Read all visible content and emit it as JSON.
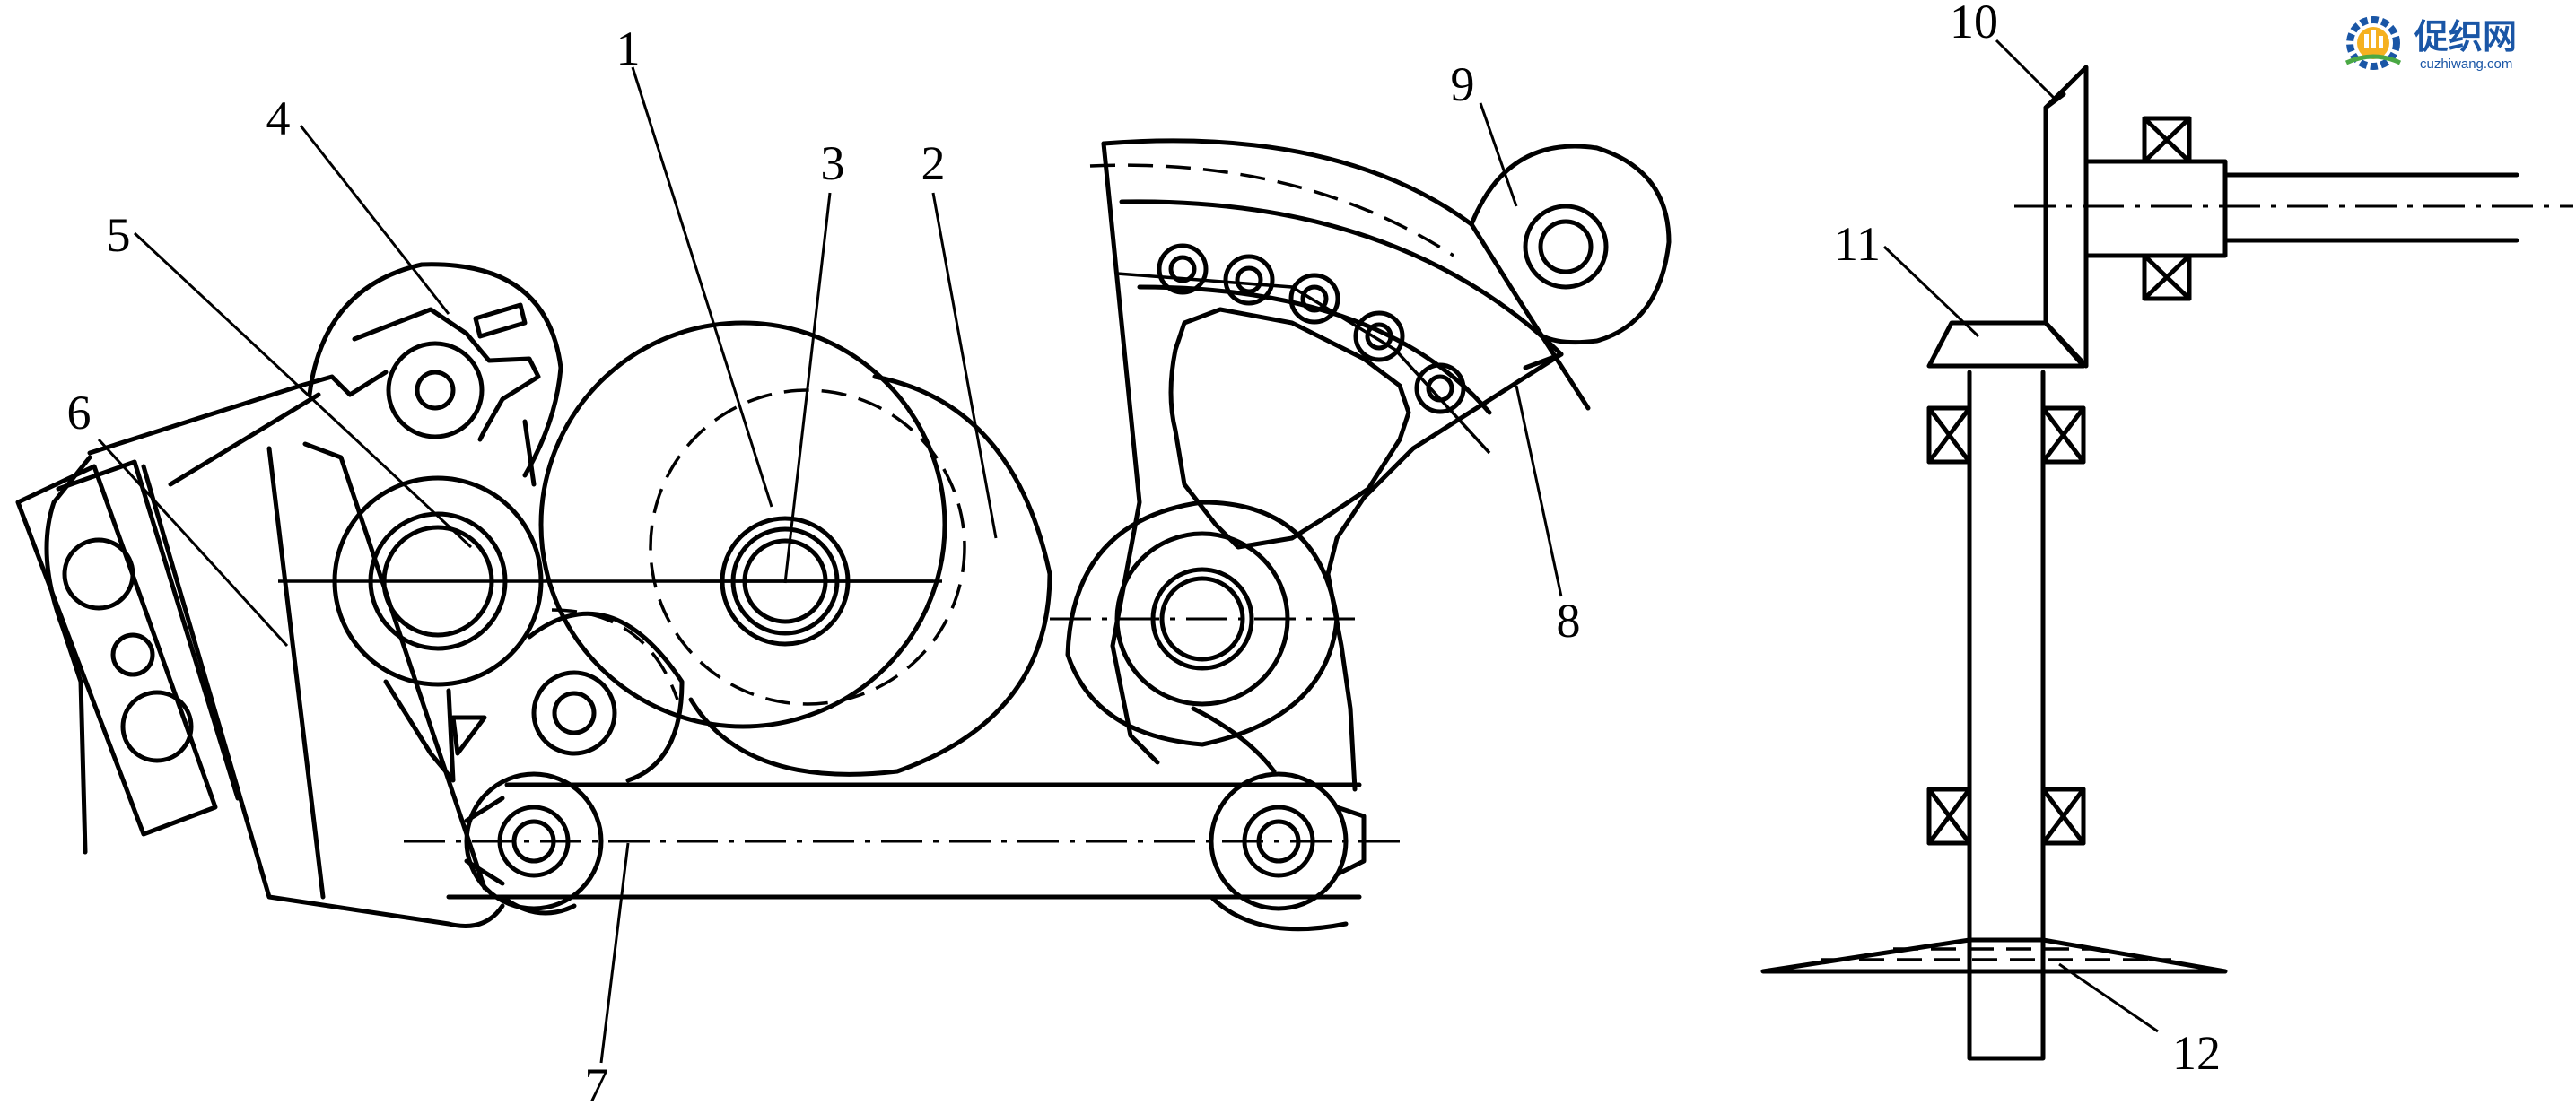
{
  "labels": {
    "l1": "1",
    "l2": "2",
    "l3": "3",
    "l4": "4",
    "l5": "5",
    "l6": "6",
    "l7": "7",
    "l8": "8",
    "l9": "9",
    "l10": "10",
    "l11": "11",
    "l12": "12"
  },
  "watermark": {
    "brand": "促织网",
    "site": "cuzhiwang.com"
  }
}
